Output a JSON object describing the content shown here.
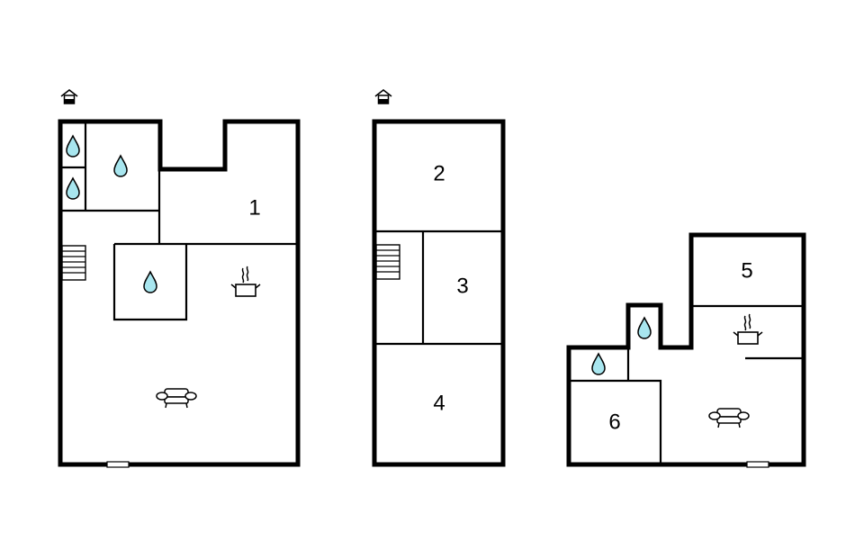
{
  "diagram": {
    "type": "floor-plan",
    "floors": [
      {
        "id": "ground-floor",
        "entrance_icon": "house-entrance-icon",
        "rooms": [
          {
            "label": "1",
            "type": "room"
          },
          {
            "label": "",
            "type": "bathroom"
          },
          {
            "label": "",
            "type": "bathroom"
          },
          {
            "label": "",
            "type": "bathroom"
          },
          {
            "label": "",
            "type": "bathroom"
          },
          {
            "label": "",
            "type": "kitchen-living"
          }
        ],
        "fixtures": [
          "stairs",
          "kitchen",
          "sofa",
          "door"
        ]
      },
      {
        "id": "first-floor",
        "entrance_icon": "house-entrance-icon",
        "rooms": [
          {
            "label": "2",
            "type": "room"
          },
          {
            "label": "3",
            "type": "room"
          },
          {
            "label": "4",
            "type": "room"
          },
          {
            "label": "",
            "type": "hall"
          }
        ],
        "fixtures": [
          "stairs"
        ]
      },
      {
        "id": "separate-unit",
        "rooms": [
          {
            "label": "5",
            "type": "room"
          },
          {
            "label": "6",
            "type": "room"
          },
          {
            "label": "",
            "type": "bathroom"
          },
          {
            "label": "",
            "type": "bathroom"
          },
          {
            "label": "",
            "type": "kitchen-living"
          }
        ],
        "fixtures": [
          "kitchen",
          "sofa",
          "door"
        ]
      }
    ],
    "labels": {
      "room1": "1",
      "room2": "2",
      "room3": "3",
      "room4": "4",
      "room5": "5",
      "room6": "6"
    },
    "colors": {
      "wall": "#000000",
      "water": "#a8e6ef",
      "background": "#ffffff"
    }
  }
}
